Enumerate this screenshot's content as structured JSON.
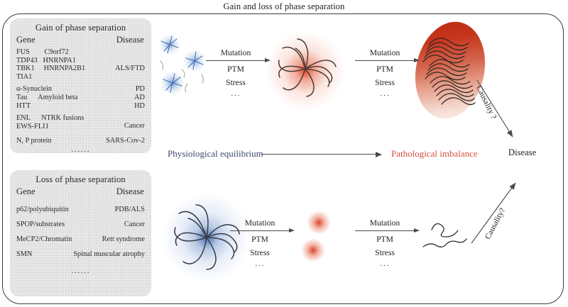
{
  "figure": {
    "title": "Gain and loss of phase separation"
  },
  "panels": {
    "gain": {
      "heading": "Gain of phase separation",
      "col_gene": "Gene",
      "col_disease": "Disease",
      "groups": [
        {
          "genes": [
            "FUS        C9orf72",
            "TDP43   HNRNPA1",
            "TBK1     HNRNPA2B1",
            "TIA1"
          ],
          "diseases": [
            "ALS/FTD"
          ]
        },
        {
          "genes": [
            "α-Synuclein",
            "Tau      Amyloid beta",
            "HTT"
          ],
          "diseases": [
            "PD",
            "AD",
            "HD"
          ]
        },
        {
          "genes": [
            "ENL      NTRK fusions",
            "EWS-FLI1"
          ],
          "diseases": [
            "Cancer"
          ]
        },
        {
          "genes": [
            "N, P protein"
          ],
          "diseases": [
            "SARS-Cov-2"
          ]
        }
      ],
      "ellipsis": "······"
    },
    "loss": {
      "heading": "Loss of phase separation",
      "col_gene": "Gene",
      "col_disease": "Disease",
      "rows": [
        {
          "gene": "p62/polyubiquitin",
          "disease": "PDB/ALS"
        },
        {
          "gene": "SPOP/substrates",
          "disease": "Cancer"
        },
        {
          "gene": "MeCP2/Chromatin",
          "disease": "Rett syndrome"
        },
        {
          "gene": "SMN",
          "disease": "Spinal muscular atrophy"
        }
      ],
      "ellipsis": "······"
    }
  },
  "process": {
    "line1": "Mutation",
    "line2": "PTM",
    "line3": "Stress",
    "etc": "···"
  },
  "equilibrium": {
    "left": "Physiological equilibrium",
    "right": "Pathological imbalance"
  },
  "causality": {
    "top": "Causality ?",
    "bottom": "Causality?",
    "endpoint": "Disease"
  },
  "colors": {
    "physiological": "#3f4a6e",
    "pathological": "#d4503c",
    "blue_condensate": "#2f63ad",
    "red_condensate": "#e03a1e",
    "fibril_shell": "#c6341c",
    "frame": "#3c3c3c",
    "panel_bg": "#e3e3e3"
  }
}
